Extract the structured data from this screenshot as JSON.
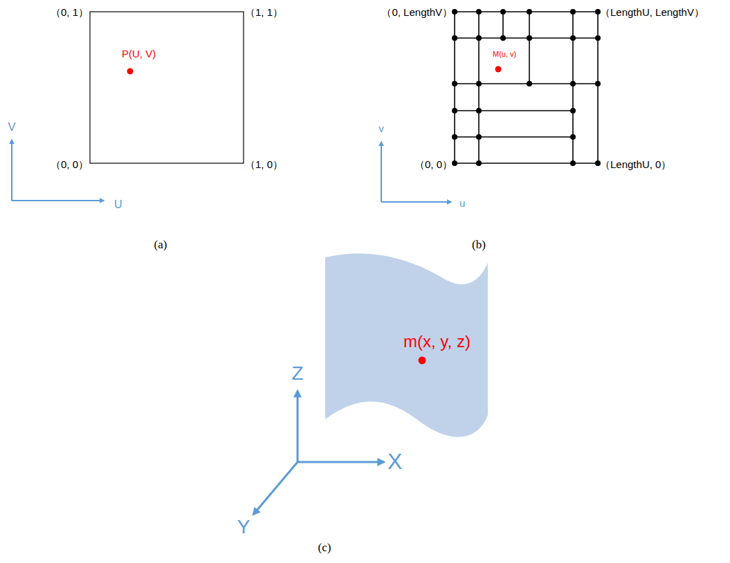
{
  "diagram": {
    "labels": [
      "（0, 1）",
      "（1, 1）",
      "P(U, V)",
      "V",
      "（0, 0）",
      "（1, 0）",
      "U",
      "(a)",
      "（0, LengthV）",
      "（LengthU, LengthV）",
      "M(u, v)",
      "v",
      "（0, 0）",
      "（LengthU, 0）",
      "u",
      "(b)",
      "m(x, y, z)",
      "Z",
      "X",
      "Y",
      "(c)"
    ]
  }
}
